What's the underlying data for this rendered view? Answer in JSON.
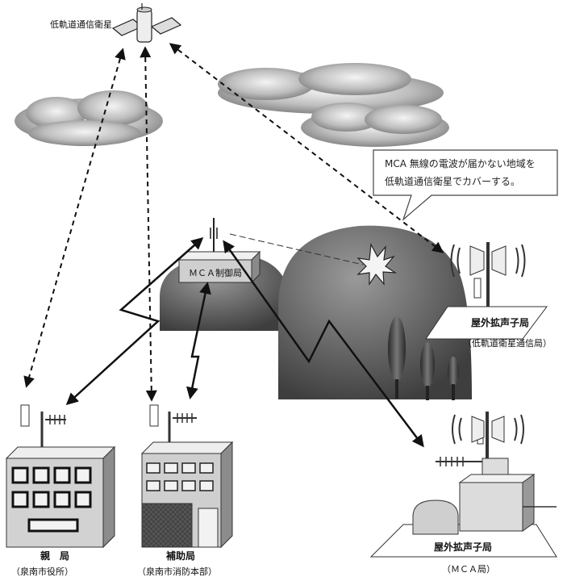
{
  "satellite": {
    "label": "低軌道通信衛星"
  },
  "callout": {
    "line1": "MCA 無線の電波が届かない地域を",
    "line2": "低軌道通信衛星でカバーする。"
  },
  "control_station": {
    "label": "ＭＣＡ制御局"
  },
  "stations": {
    "outdoor_satellite": {
      "title": "屋外拡声子局",
      "sub": "（低軌道衛星通信局）"
    },
    "outdoor_mca": {
      "title": "屋外拡声子局",
      "sub": "（ＭＣＡ局）"
    },
    "parent": {
      "title": "親　局",
      "sub": "（泉南市役所）"
    },
    "auxiliary": {
      "title": "補助局",
      "sub": "（泉南市消防本部）"
    }
  }
}
